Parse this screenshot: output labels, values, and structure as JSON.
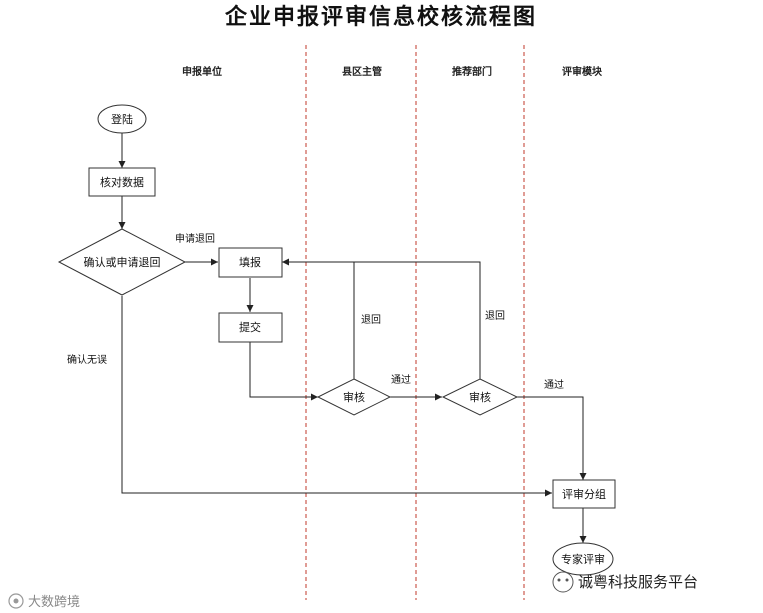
{
  "title": "企业申报评审信息校核流程图",
  "lanes": [
    "申报单位",
    "县区主管",
    "推荐部门",
    "评审模块"
  ],
  "nodes": {
    "login": "登陆",
    "verify": "核对数据",
    "confirm": "确认或申请退回",
    "fill": "填报",
    "submit": "提交",
    "county_review": "审核",
    "dept_review": "审核",
    "group": "评审分组",
    "expert": "专家评审"
  },
  "edge_labels": {
    "apply_return": "申请退回",
    "confirm_ok": "确认无误",
    "return1": "退回",
    "return2": "退回",
    "pass1": "通过",
    "pass2": "通过"
  },
  "watermarks": {
    "brand": "诚粤科技服务平台",
    "corner": "大数跨境"
  },
  "colors": {
    "divider": "#c0392b",
    "stroke": "#333333"
  }
}
